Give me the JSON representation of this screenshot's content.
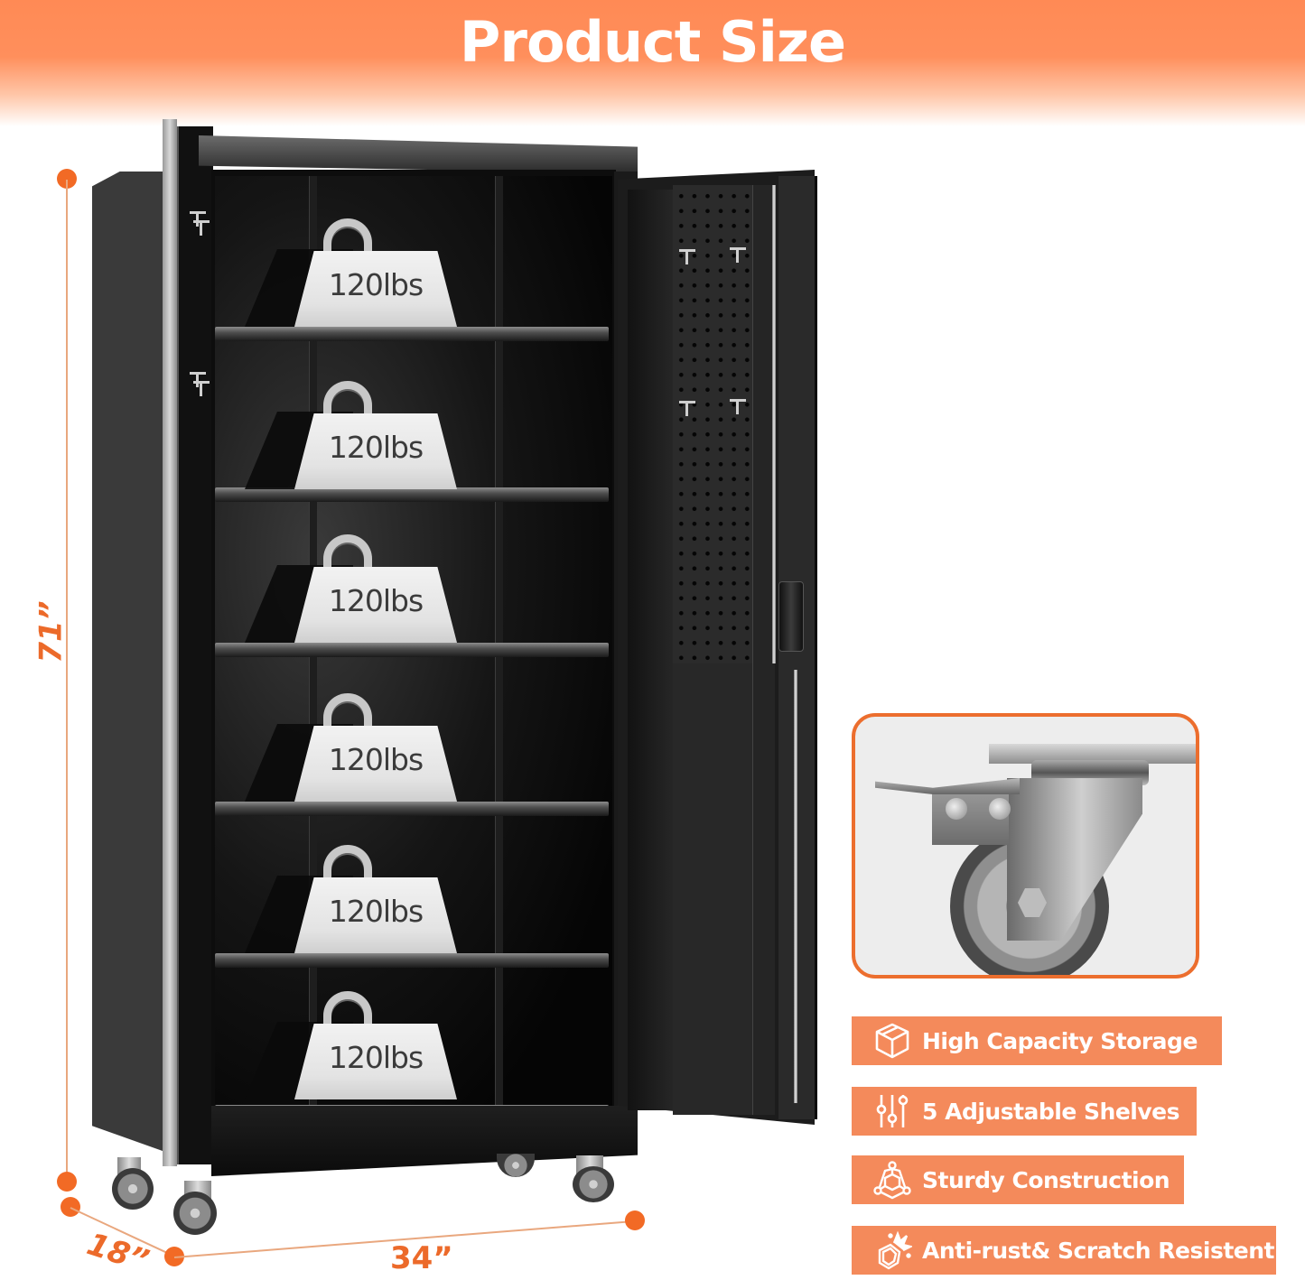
{
  "banner": {
    "title": "Product Size",
    "gradient_top": "#ff8a55",
    "gradient_bottom": "#ffffff"
  },
  "dimensions": {
    "height": "71”",
    "depth": "18”",
    "width": "34”",
    "accent_color": "#f26a25"
  },
  "shelves": {
    "count": 6,
    "weights": [
      {
        "label": "120lbs"
      },
      {
        "label": "120lbs"
      },
      {
        "label": "120lbs"
      },
      {
        "label": "120lbs"
      },
      {
        "label": "120lbs"
      },
      {
        "label": "120lbs"
      }
    ]
  },
  "caster_detail": {
    "icon": "caster-wheel-image",
    "border_color": "#ec6e2e"
  },
  "features": [
    {
      "icon": "box-icon",
      "label": "High Capacity Storage"
    },
    {
      "icon": "sliders-icon",
      "label": "5 Adjustable Shelves"
    },
    {
      "icon": "structure-icon",
      "label": "Sturdy Construction"
    },
    {
      "icon": "shield-icon",
      "label": "Anti-rust& Scratch Resistent"
    }
  ],
  "feature_color": "#f48a5b"
}
